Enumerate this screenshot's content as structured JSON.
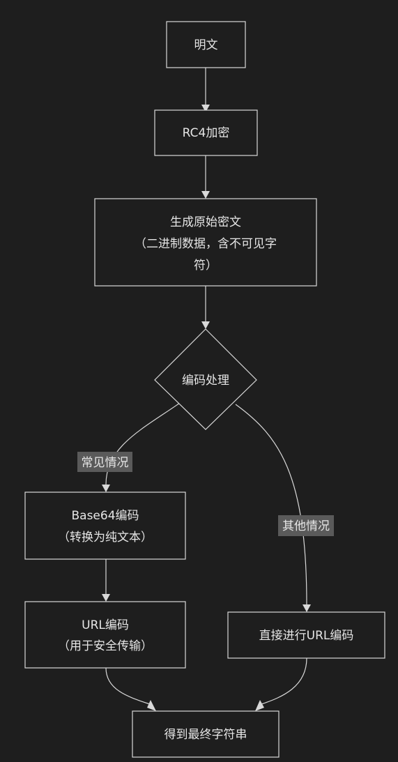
{
  "nodes": {
    "plaintext": {
      "line1": "明文"
    },
    "rc4": {
      "line1": "RC4加密"
    },
    "raw_cipher": {
      "line1": "生成原始密文",
      "line2": "（二进制数据，含不可见字",
      "line3": "符）"
    },
    "decision": {
      "line1": "编码处理"
    },
    "base64": {
      "line1": "Base64编码",
      "line2": "（转换为纯文本）"
    },
    "url": {
      "line1": "URL编码",
      "line2": "（用于安全传输）"
    },
    "direct_url": {
      "line1": "直接进行URL编码"
    },
    "final": {
      "line1": "得到最终字符串"
    }
  },
  "edge_labels": {
    "common": "常见情况",
    "other": "其他情况"
  }
}
